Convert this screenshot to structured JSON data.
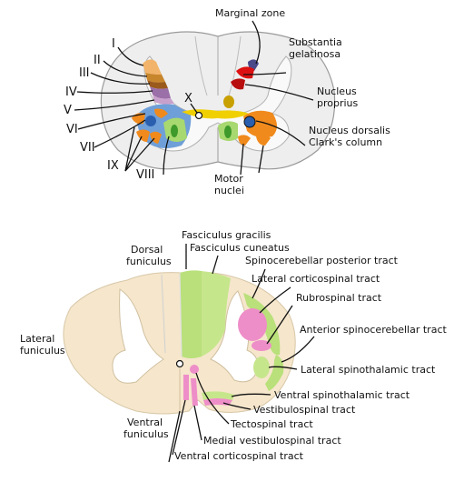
{
  "top": {
    "laminae": [
      "I",
      "II",
      "III",
      "IV",
      "V",
      "VI",
      "VII",
      "VIII",
      "IX",
      "X"
    ],
    "labels": {
      "marginal_zone": "Marginal zone",
      "substantia_1": "Substantia",
      "substantia_2": "gelatinosa",
      "nucleus_proprius_1": "Nucleus",
      "nucleus_proprius_2": "proprius",
      "clarke_1": "Nucleus dorsalis",
      "clarke_2": "Clark's column",
      "motor_1": "Motor",
      "motor_2": "nuclei"
    }
  },
  "bottom": {
    "labels": {
      "dorsal_funiculus_1": "Dorsal",
      "dorsal_funiculus_2": "funiculus",
      "fasciculus_gracilis": "Fasciculus gracilis",
      "fasciculus_cuneatus": "Fasciculus cuneatus",
      "spinocerebellar_posterior": "Spinocerebellar posterior  tract",
      "lateral_corticospinal": "Lateral corticospinal tract",
      "rubrospinal": "Rubrospinal tract",
      "anterior_spinocerebellar": "Anterior spinocerebellar tract",
      "lateral_spinothalamic": "Lateral spinothalamic tract",
      "ventral_spinothalamic": "Ventral spinothalamic tract",
      "vestibulospinal": "Vestibulospinal tract",
      "tectospinal": "Tectospinal tract",
      "medial_vestibulospinal": "Medial vestibulospinal tract",
      "ventral_corticospinal": "Ventral corticospinal tract",
      "lateral_funiculus_1": "Lateral",
      "lateral_funiculus_2": "funiculus",
      "ventral_funiculus_1": "Ventral",
      "ventral_funiculus_2": "funiculus"
    }
  },
  "colors": {
    "white_matter_top": "#eeeeee",
    "grey_matter_top": "#f9f9f9",
    "white_matter_bottom": "#f5e6cc",
    "dorsal_columns": "#b9e07a",
    "tract_green": "#cde88a",
    "tract_pink": "#ee8ec8",
    "lamina_orange": "#f08a1c",
    "lamina_brown": "#b0702a",
    "lamina_purple": "#9b6fa8",
    "lamina_blue": "#6f9fd8",
    "lamina_yellow": "#f0d000",
    "red": "#dd1111",
    "dark_blue": "#2a5fb0",
    "motor_green": "#7ec34a"
  }
}
